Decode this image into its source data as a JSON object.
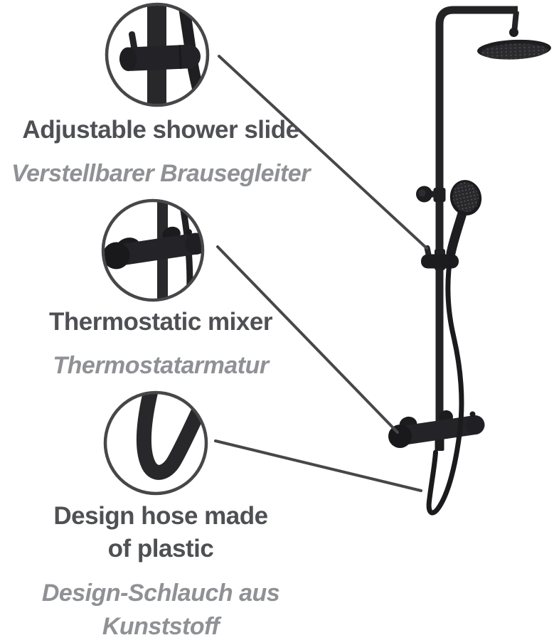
{
  "colors": {
    "background": "#ffffff",
    "product": "#1d1d20",
    "callout-stroke": "#47474a",
    "label-primary": "#4f5054",
    "label-secondary": "#8f9194"
  },
  "annotations": [
    {
      "id": "adjustable-shower-slide",
      "en": "Adjustable shower slide",
      "de": "Verstellbarer Brausegleiter"
    },
    {
      "id": "thermostatic-mixer",
      "en": "Thermostatic mixer",
      "de": "Thermostatarmatur"
    },
    {
      "id": "design-hose",
      "en_lines": [
        "Design hose made",
        "of plastic"
      ],
      "de_lines": [
        "Design-Schlauch aus",
        "Kunststoff"
      ]
    }
  ]
}
